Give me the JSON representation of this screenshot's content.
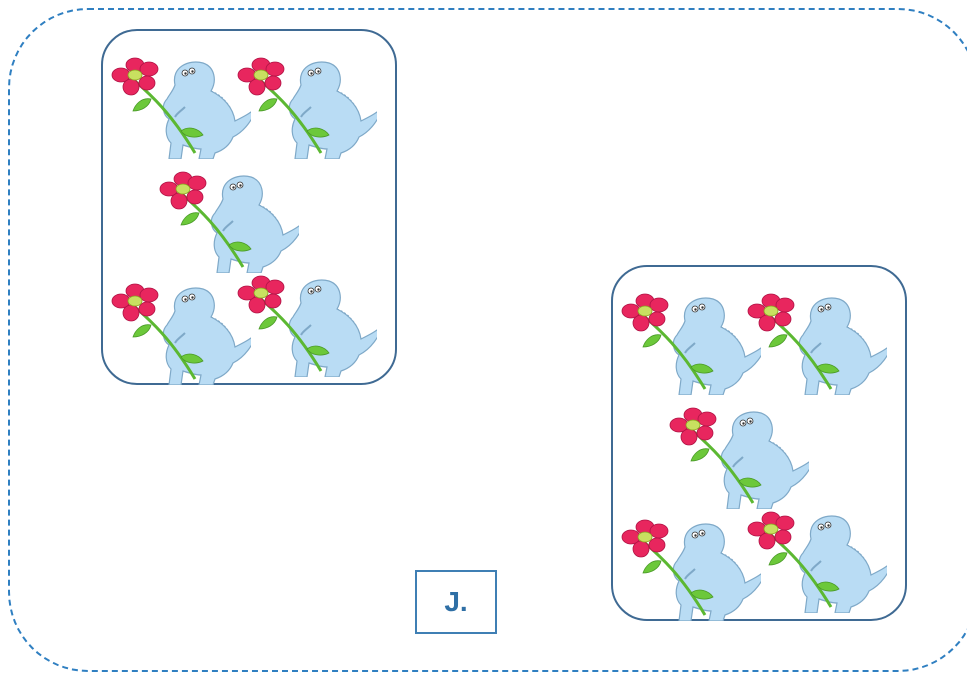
{
  "card": {
    "label": "J."
  },
  "groups": [
    {
      "name": "group-left",
      "count": 5
    },
    {
      "name": "group-right",
      "count": 5
    }
  ],
  "icons": {
    "item": "dinosaur-with-flower-icon"
  },
  "colors": {
    "outer_border": "#2f7fc1",
    "group_border": "#3f6a93",
    "dino_body": "#b9dcf4",
    "flower": "#e8265e",
    "stem": "#5cb832",
    "label_text": "#2f6fa5"
  }
}
